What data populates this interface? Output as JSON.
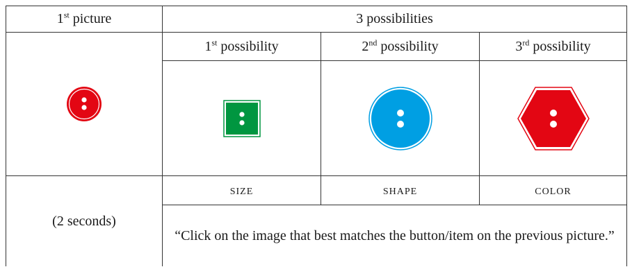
{
  "header": {
    "first_picture": {
      "num": "1",
      "sup": "st",
      "word": "picture"
    },
    "possibilities": "3 possibilities"
  },
  "columns": [
    {
      "num": "1",
      "sup": "st",
      "word": "possibility",
      "label": "SIZE"
    },
    {
      "num": "2",
      "sup": "nd",
      "word": "possibility",
      "label": "SHAPE"
    },
    {
      "num": "3",
      "sup": "rd",
      "word": "possibility",
      "label": "COLOR"
    }
  ],
  "duration": "(2 seconds)",
  "instruction": "“Click on the image that best matches the button/item on the previous picture.”",
  "icons": {
    "original": {
      "name": "red-round-button-icon",
      "color": "#e30613"
    },
    "size": {
      "name": "green-square-button-icon",
      "color": "#009640"
    },
    "shape": {
      "name": "blue-round-button-icon",
      "color": "#009fe3"
    },
    "color": {
      "name": "red-hexagon-button-icon",
      "color": "#e30613"
    }
  }
}
